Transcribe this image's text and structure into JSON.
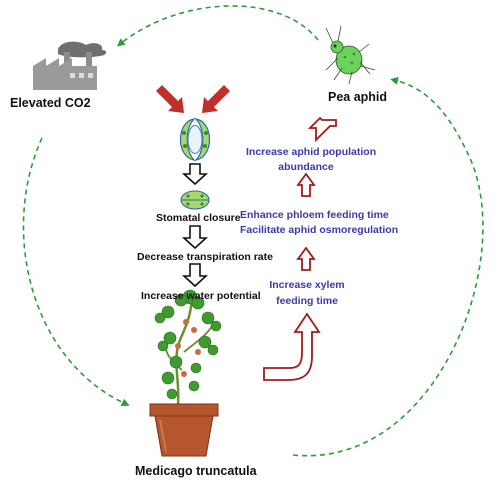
{
  "labels": {
    "elevated_co2": "Elevated CO2",
    "pea_aphid": "Pea aphid",
    "plant": "Medicago truncatula",
    "stomatal_closure": "Stomatal closure",
    "decrease_transpiration": "Decrease transpiration rate",
    "increase_water_potential": "Increase water potential"
  },
  "effects": {
    "population_line1": "Increase aphid population",
    "population_line2": "abundance",
    "phloem_line1": "Enhance phloem feeding time",
    "phloem_line2": "Facilitate aphid osmoregulation",
    "xylem_line1": "Increase xylem",
    "xylem_line2": "feeding time"
  },
  "colors": {
    "dashed_cycle": "#2a9d3a",
    "co2_arrows": "#c0302a",
    "hollow_red_arrow": "#a01c1c",
    "effect_text": "#3a3aa8",
    "pot": "#b5562f",
    "leaf": "#3f9b2f",
    "aphid": "#6bd35a"
  },
  "icons": [
    "factory-icon",
    "aphid-icon",
    "stomata-open-icon",
    "stomata-closed-icon",
    "plant-icon"
  ]
}
